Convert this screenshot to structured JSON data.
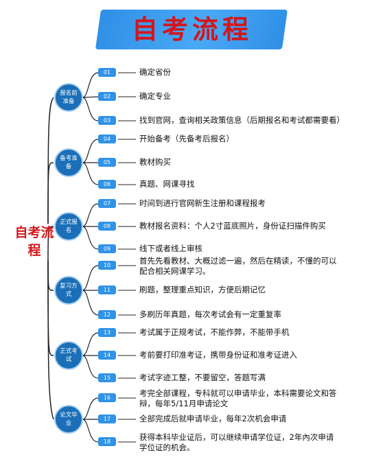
{
  "title": "自考流程",
  "root": "自考流程",
  "stages": [
    {
      "label": "报名前准备",
      "items": [
        {
          "num": "01",
          "text": "确定省份"
        },
        {
          "num": "02",
          "text": "确定专业"
        },
        {
          "num": "03",
          "text": "找到官网，查询相关政策信息（后期报名和考试都需要看）"
        }
      ]
    },
    {
      "label": "备考准备",
      "items": [
        {
          "num": "04",
          "text": "开始备考（先备考后报名）"
        },
        {
          "num": "05",
          "text": "教材购买"
        },
        {
          "num": "06",
          "text": "真题、网课寻找"
        }
      ]
    },
    {
      "label": "正式报名",
      "items": [
        {
          "num": "07",
          "text": "时间到进行官网新生注册和课程报考"
        },
        {
          "num": "08",
          "text": "教材报名资料：个人2寸蓝底照片，身份证扫描件购买"
        },
        {
          "num": "09",
          "text": "线下或者线上审核"
        }
      ]
    },
    {
      "label": "复习方式",
      "items": [
        {
          "num": "10",
          "text": "首先先看教材、大概过滤一遍，然后在精读，不懂的可以配合相关网课学习。"
        },
        {
          "num": "11",
          "text": "刷题，整理重点知识，方便后期记忆"
        },
        {
          "num": "12",
          "text": "多刷历年真题，每次考试会有一定重复率"
        }
      ]
    },
    {
      "label": "正式考试",
      "items": [
        {
          "num": "13",
          "text": "考试属于正规考试，不能作弊，不能带手机"
        },
        {
          "num": "14",
          "text": "考前要打印准考证，携带身份证和准考证进入"
        },
        {
          "num": "15",
          "text": "考试字迹工整，不要留空，答题写满"
        }
      ]
    },
    {
      "label": "论文毕业",
      "items": [
        {
          "num": "16",
          "text": "考完全部课程，专科就可以申请毕业，本科需要论文和答辩，每年5/11月申请论文"
        },
        {
          "num": "17",
          "text": "全部完成后就申请毕业，每年2次机会申请"
        },
        {
          "num": "18",
          "text": "获得本科毕业证后，可以继续申请学位证，2年內次申请学位证的机会。"
        }
      ]
    }
  ]
}
